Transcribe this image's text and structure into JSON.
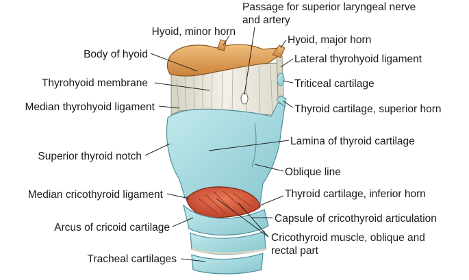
{
  "labels": {
    "passage": [
      "Passage for superior laryngeal nerve",
      "and artery"
    ],
    "hyoid_minor_horn": "Hyoid, minor horn",
    "hyoid_major_horn": "Hyoid, major horn",
    "body_of_hyoid": "Body of hyoid",
    "lateral_thyrohyoid_ligament": "Lateral thyrohyoid ligament",
    "thyrohyoid_membrane": "Thyrohyoid membrane",
    "triticeal_cartilage": "Triticeal cartilage",
    "median_thyrohyoid_ligament": "Median thyrohyoid ligament",
    "thyroid_superior_horn": "Thyroid cartilage, superior horn",
    "lamina_of_thyroid": "Lamina of thyroid cartilage",
    "superior_thyroid_notch": "Superior thyroid notch",
    "oblique_line": "Oblique line",
    "median_cricothyroid_ligament": "Median cricothyroid ligament",
    "thyroid_inferior_horn": "Thyroid cartilage, inferior horn",
    "capsule_cricothyroid": "Capsule of cricothyroid articulation",
    "arcus_cricoid": "Arcus of cricoid cartilage",
    "cricothyroid_muscle": [
      "Cricothyroid muscle, oblique and",
      "rectal part"
    ],
    "tracheal_cartilages": "Tracheal cartilages"
  },
  "colors": {
    "hyoid": "#e3a25a",
    "membrane": "#e8e6dc",
    "cartilage": "#a7dbe0",
    "muscle": "#d8553a",
    "leader": "#222222"
  }
}
